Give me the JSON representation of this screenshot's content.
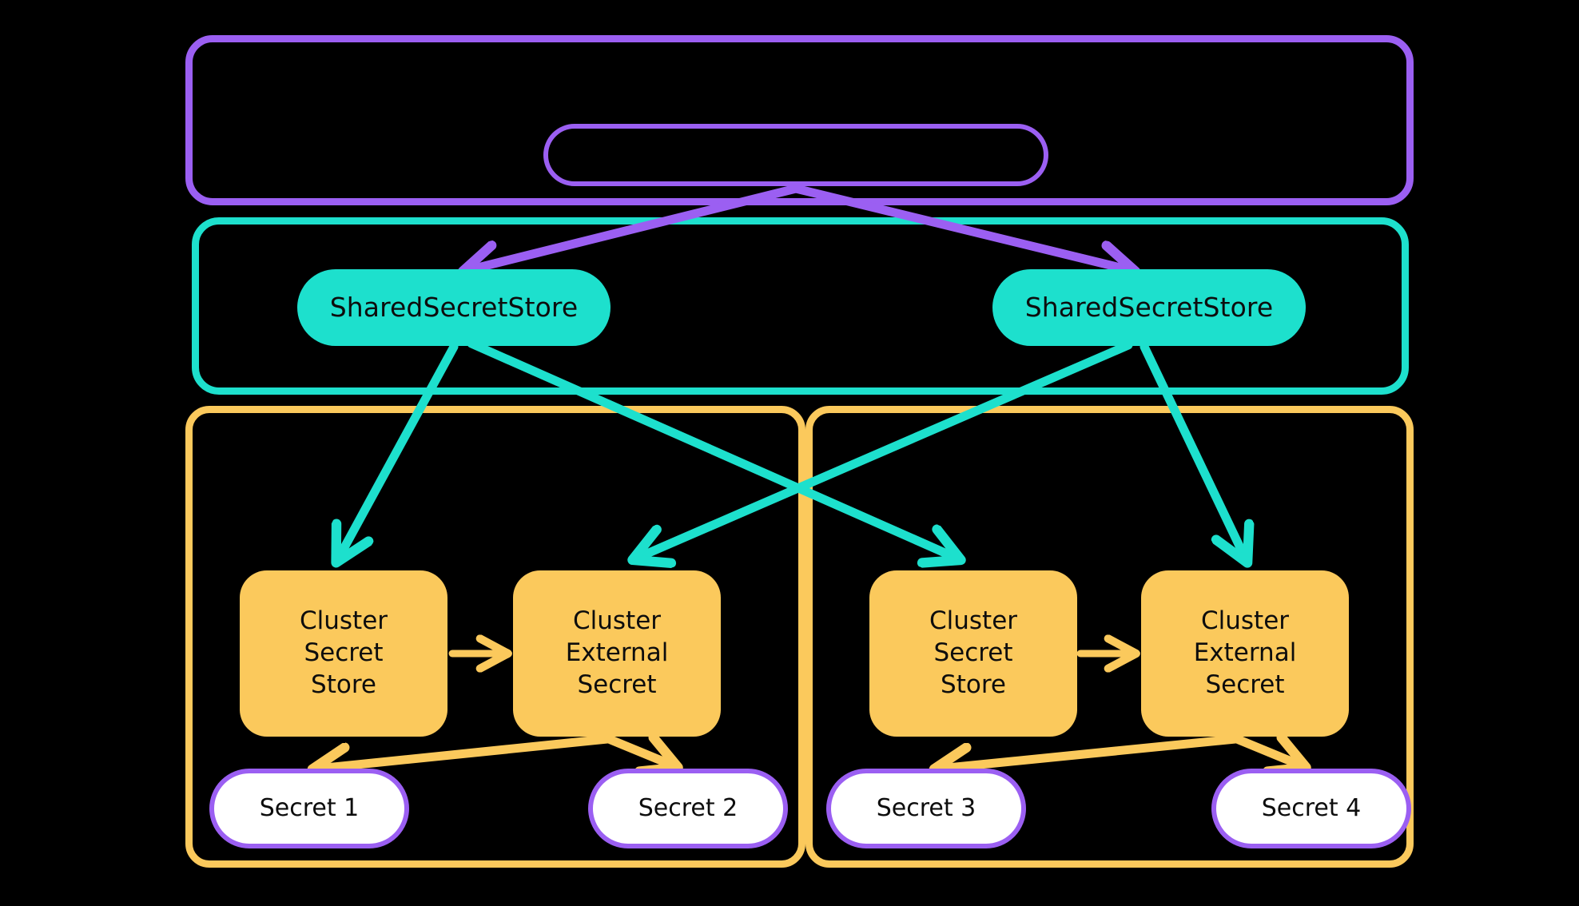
{
  "colors": {
    "background": "#000000",
    "purple": "#9B5FF2",
    "teal": "#1DE0CD",
    "yellow": "#FBC95C",
    "white": "#FFFFFF",
    "text": "#0D0D0D"
  },
  "diagram": {
    "type": "architecture-flow",
    "title": "",
    "containers": [
      {
        "id": "operator-scope",
        "label": "",
        "border_color": "#9B5FF2"
      },
      {
        "id": "shared-scope",
        "label": "",
        "border_color": "#1DE0CD"
      },
      {
        "id": "cluster-a",
        "label": "",
        "border_color": "#FBC95C"
      },
      {
        "id": "cluster-b",
        "label": "",
        "border_color": "#FBC95C"
      }
    ],
    "nodes": {
      "controller": {
        "label": "",
        "style": "outlined-pill",
        "color": "#9B5FF2"
      },
      "shared_store_left": {
        "label": "SharedSecretStore"
      },
      "shared_store_right": {
        "label": "SharedSecretStore"
      },
      "cluster_secret_store_a": {
        "lines": [
          "Cluster",
          "Secret",
          "Store"
        ]
      },
      "cluster_external_secret_a": {
        "lines": [
          "Cluster",
          "External",
          "Secret"
        ]
      },
      "cluster_secret_store_b": {
        "lines": [
          "Cluster",
          "Secret",
          "Store"
        ]
      },
      "cluster_external_secret_b": {
        "lines": [
          "Cluster",
          "External",
          "Secret"
        ]
      },
      "secret_1": {
        "label": "Secret 1"
      },
      "secret_2": {
        "label": "Secret 2"
      },
      "secret_3": {
        "label": "Secret 3"
      },
      "secret_4": {
        "label": "Secret 4"
      }
    },
    "edges": [
      {
        "from": "controller",
        "to": "shared_store_left",
        "color": "#9B5FF2"
      },
      {
        "from": "controller",
        "to": "shared_store_right",
        "color": "#9B5FF2"
      },
      {
        "from": "shared_store_left",
        "to": "cluster_secret_store_a",
        "color": "#1DE0CD"
      },
      {
        "from": "shared_store_left",
        "to": "cluster_secret_store_b",
        "color": "#1DE0CD"
      },
      {
        "from": "shared_store_right",
        "to": "cluster_external_secret_a",
        "color": "#1DE0CD"
      },
      {
        "from": "shared_store_right",
        "to": "cluster_external_secret_b",
        "color": "#1DE0CD"
      },
      {
        "from": "cluster_secret_store_a",
        "to": "cluster_external_secret_a",
        "color": "#FBC95C"
      },
      {
        "from": "cluster_secret_store_b",
        "to": "cluster_external_secret_b",
        "color": "#FBC95C"
      },
      {
        "from": "cluster_external_secret_a",
        "to": "secret_1",
        "color": "#FBC95C"
      },
      {
        "from": "cluster_external_secret_a",
        "to": "secret_2",
        "color": "#FBC95C"
      },
      {
        "from": "cluster_external_secret_b",
        "to": "secret_3",
        "color": "#FBC95C"
      },
      {
        "from": "cluster_external_secret_b",
        "to": "secret_4",
        "color": "#FBC95C"
      }
    ]
  }
}
